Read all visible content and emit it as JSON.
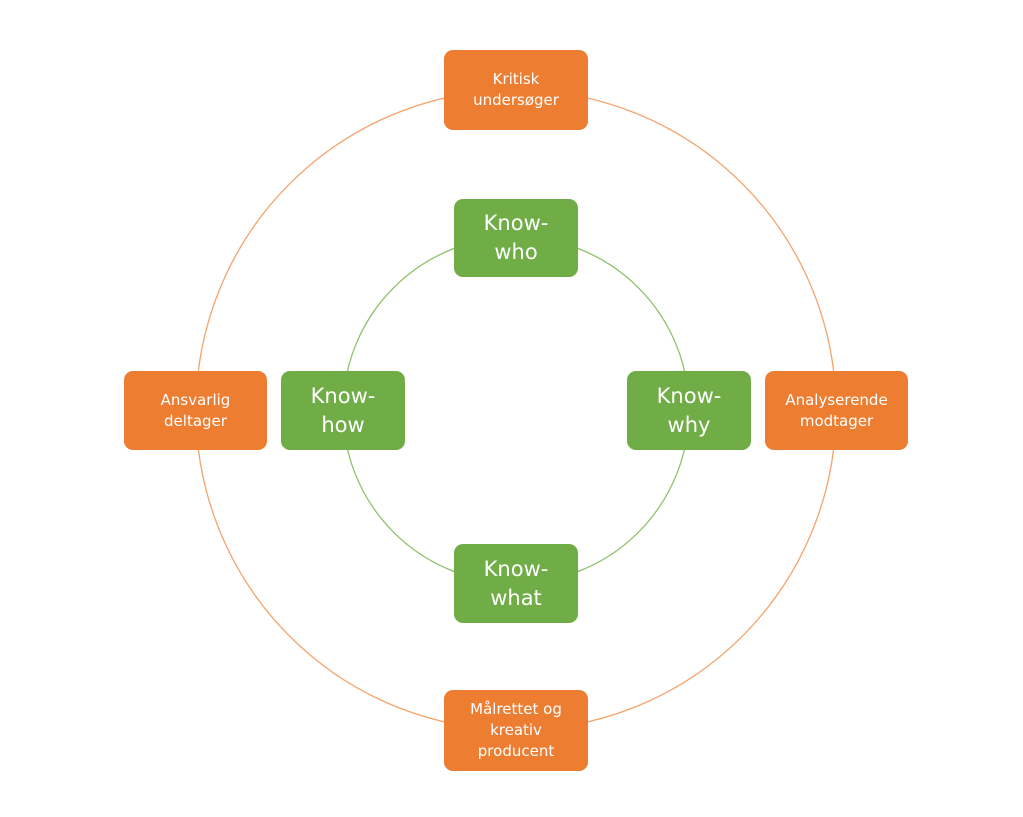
{
  "colors": {
    "outer_node": "#ed7d31",
    "inner_node": "#70ad47",
    "outer_ring": "#f4a36b",
    "inner_ring": "#8fc16a"
  },
  "outer_nodes": {
    "top": "Kritisk\nundersøger",
    "right": "Analyserende\nmodtager",
    "bottom": "Målrettet og\nkreativ\nproducent",
    "left": "Ansvarlig\ndeltager"
  },
  "inner_nodes": {
    "top": "Know-\nwho",
    "right": "Know-\nwhy",
    "bottom": "Know-\nwhat",
    "left": "Know-\nhow"
  }
}
